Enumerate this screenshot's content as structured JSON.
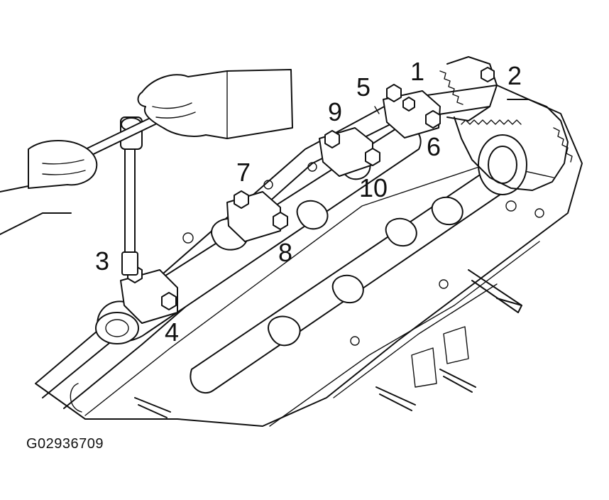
{
  "figure_id": "G02936709",
  "callouts": [
    "1",
    "2",
    "3",
    "4",
    "5",
    "6",
    "7",
    "8",
    "9",
    "10"
  ]
}
